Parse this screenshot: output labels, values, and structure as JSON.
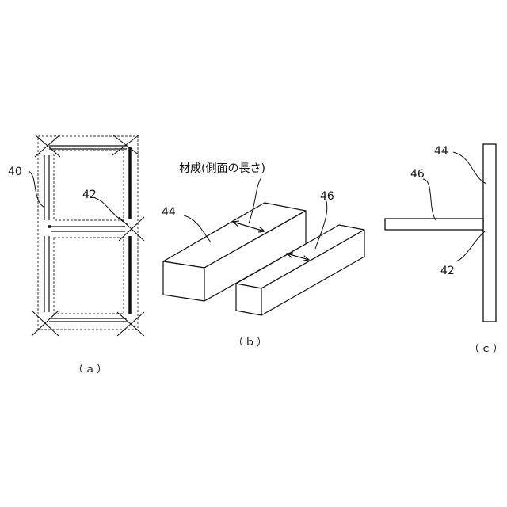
{
  "panels": {
    "a": {
      "caption": "（ａ）",
      "labels": {
        "frame": "40",
        "joint": "42"
      }
    },
    "b": {
      "caption": "（ｂ）",
      "labels": {
        "member_large": "44",
        "member_small": "46"
      },
      "annotation": "材成(側面の長さ)"
    },
    "c": {
      "caption": "（ｃ）",
      "labels": {
        "plate": "44",
        "rib": "46",
        "joint": "42"
      }
    }
  }
}
